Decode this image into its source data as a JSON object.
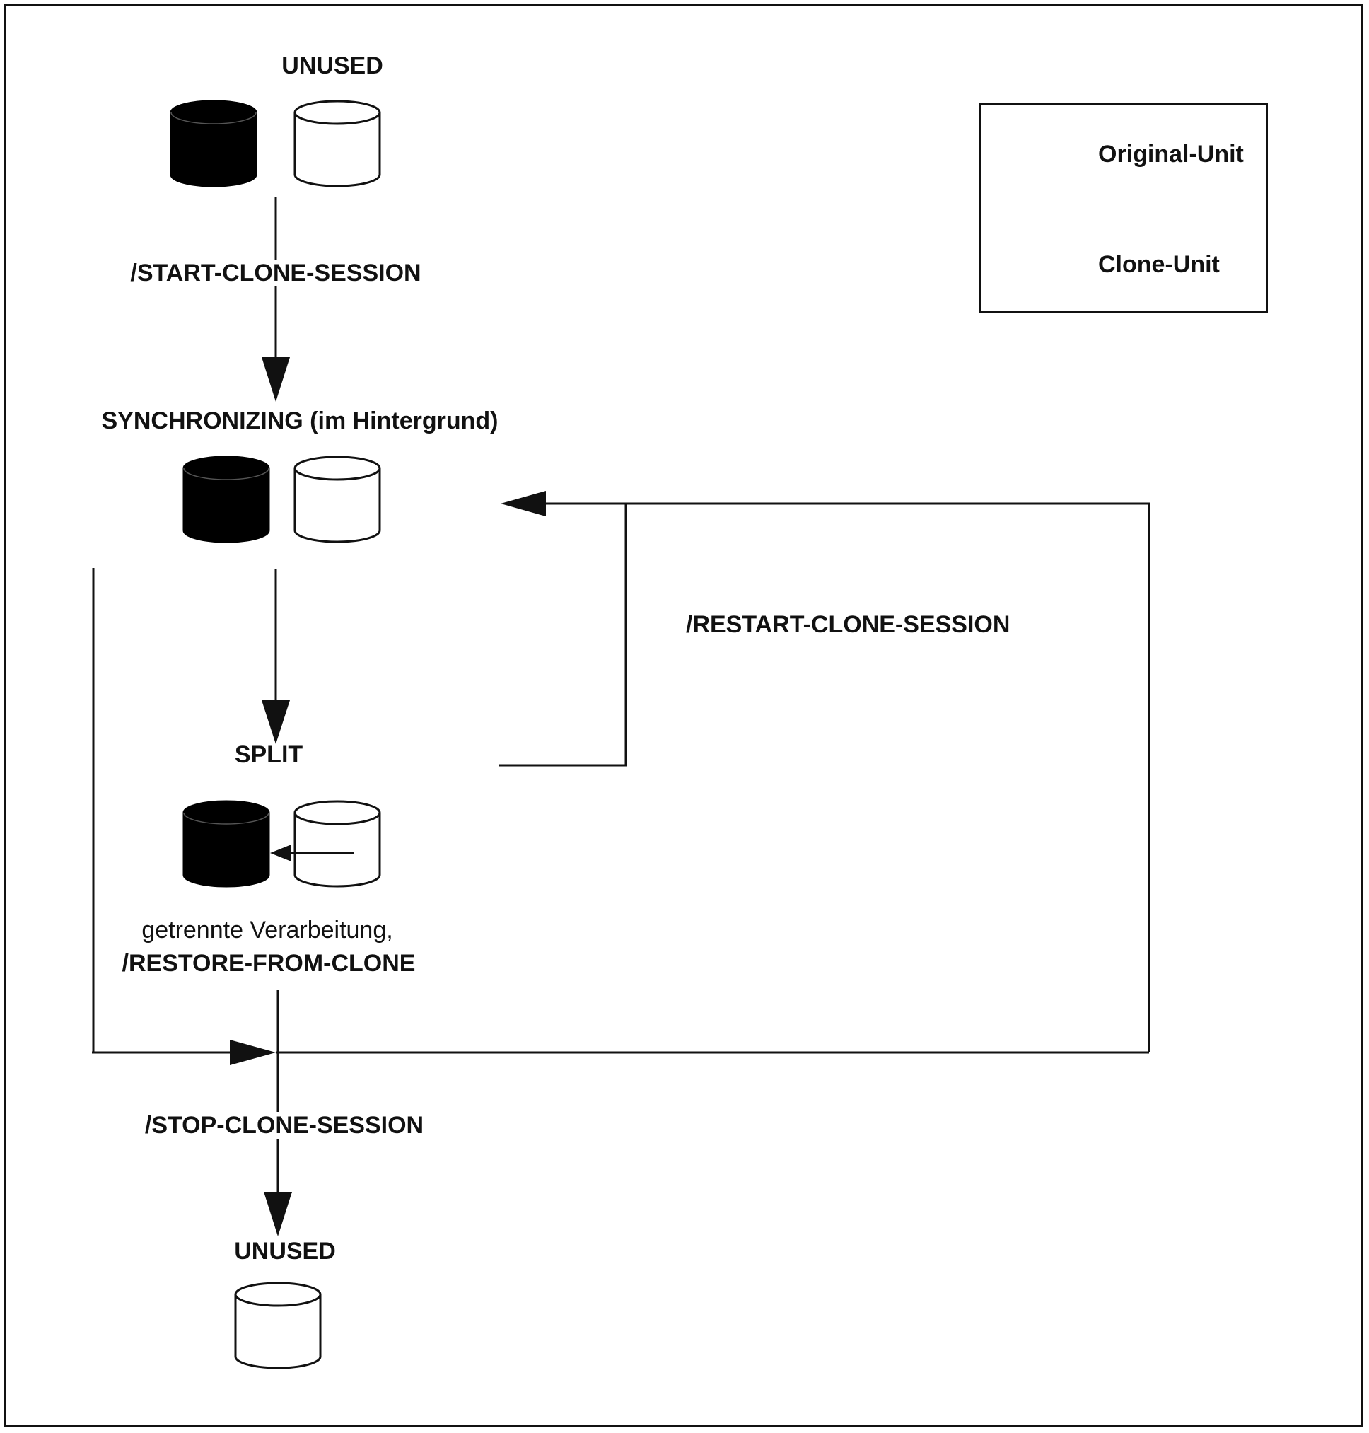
{
  "states": {
    "unused_top": "UNUSED",
    "synchronizing": "SYNCHRONIZING (im Hintergrund)",
    "split": "SPLIT",
    "unused_bottom": "UNUSED"
  },
  "transitions": {
    "start": "/START-CLONE-SESSION",
    "restart": "/RESTART-CLONE-SESSION",
    "stop": "/STOP-CLONE-SESSION"
  },
  "split_note": {
    "line1": "getrennte Verarbeitung,",
    "line2": "/RESTORE-FROM-CLONE"
  },
  "legend": {
    "original": "Original-Unit",
    "clone": "Clone-Unit"
  },
  "colors": {
    "original_fill": "#000000",
    "clone_fill": "#ffffff",
    "line": "#111111"
  }
}
